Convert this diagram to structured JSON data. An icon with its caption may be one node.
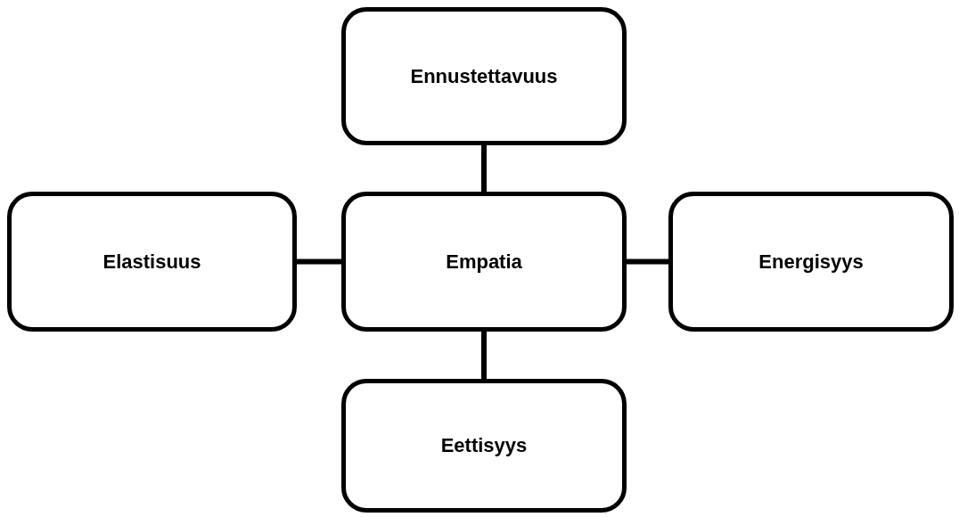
{
  "diagram": {
    "nodes": [
      {
        "text": [
          "Ennustettavuus"
        ]
      },
      {
        "text": [
          "Elastisuus"
        ]
      },
      {
        "text": [
          "Empatia"
        ]
      },
      {
        "text": [
          "Energisyys"
        ]
      },
      {
        "text": [
          "Eettisyys"
        ]
      }
    ],
    "edges": [
      {
        "from": 2,
        "to": 0,
        "arrow": "none"
      },
      {
        "from": 1,
        "to": 2,
        "arrow": "none"
      },
      {
        "from": 2,
        "to": 3,
        "arrow": "none"
      },
      {
        "from": 2,
        "to": 4,
        "arrow": "none"
      }
    ]
  }
}
